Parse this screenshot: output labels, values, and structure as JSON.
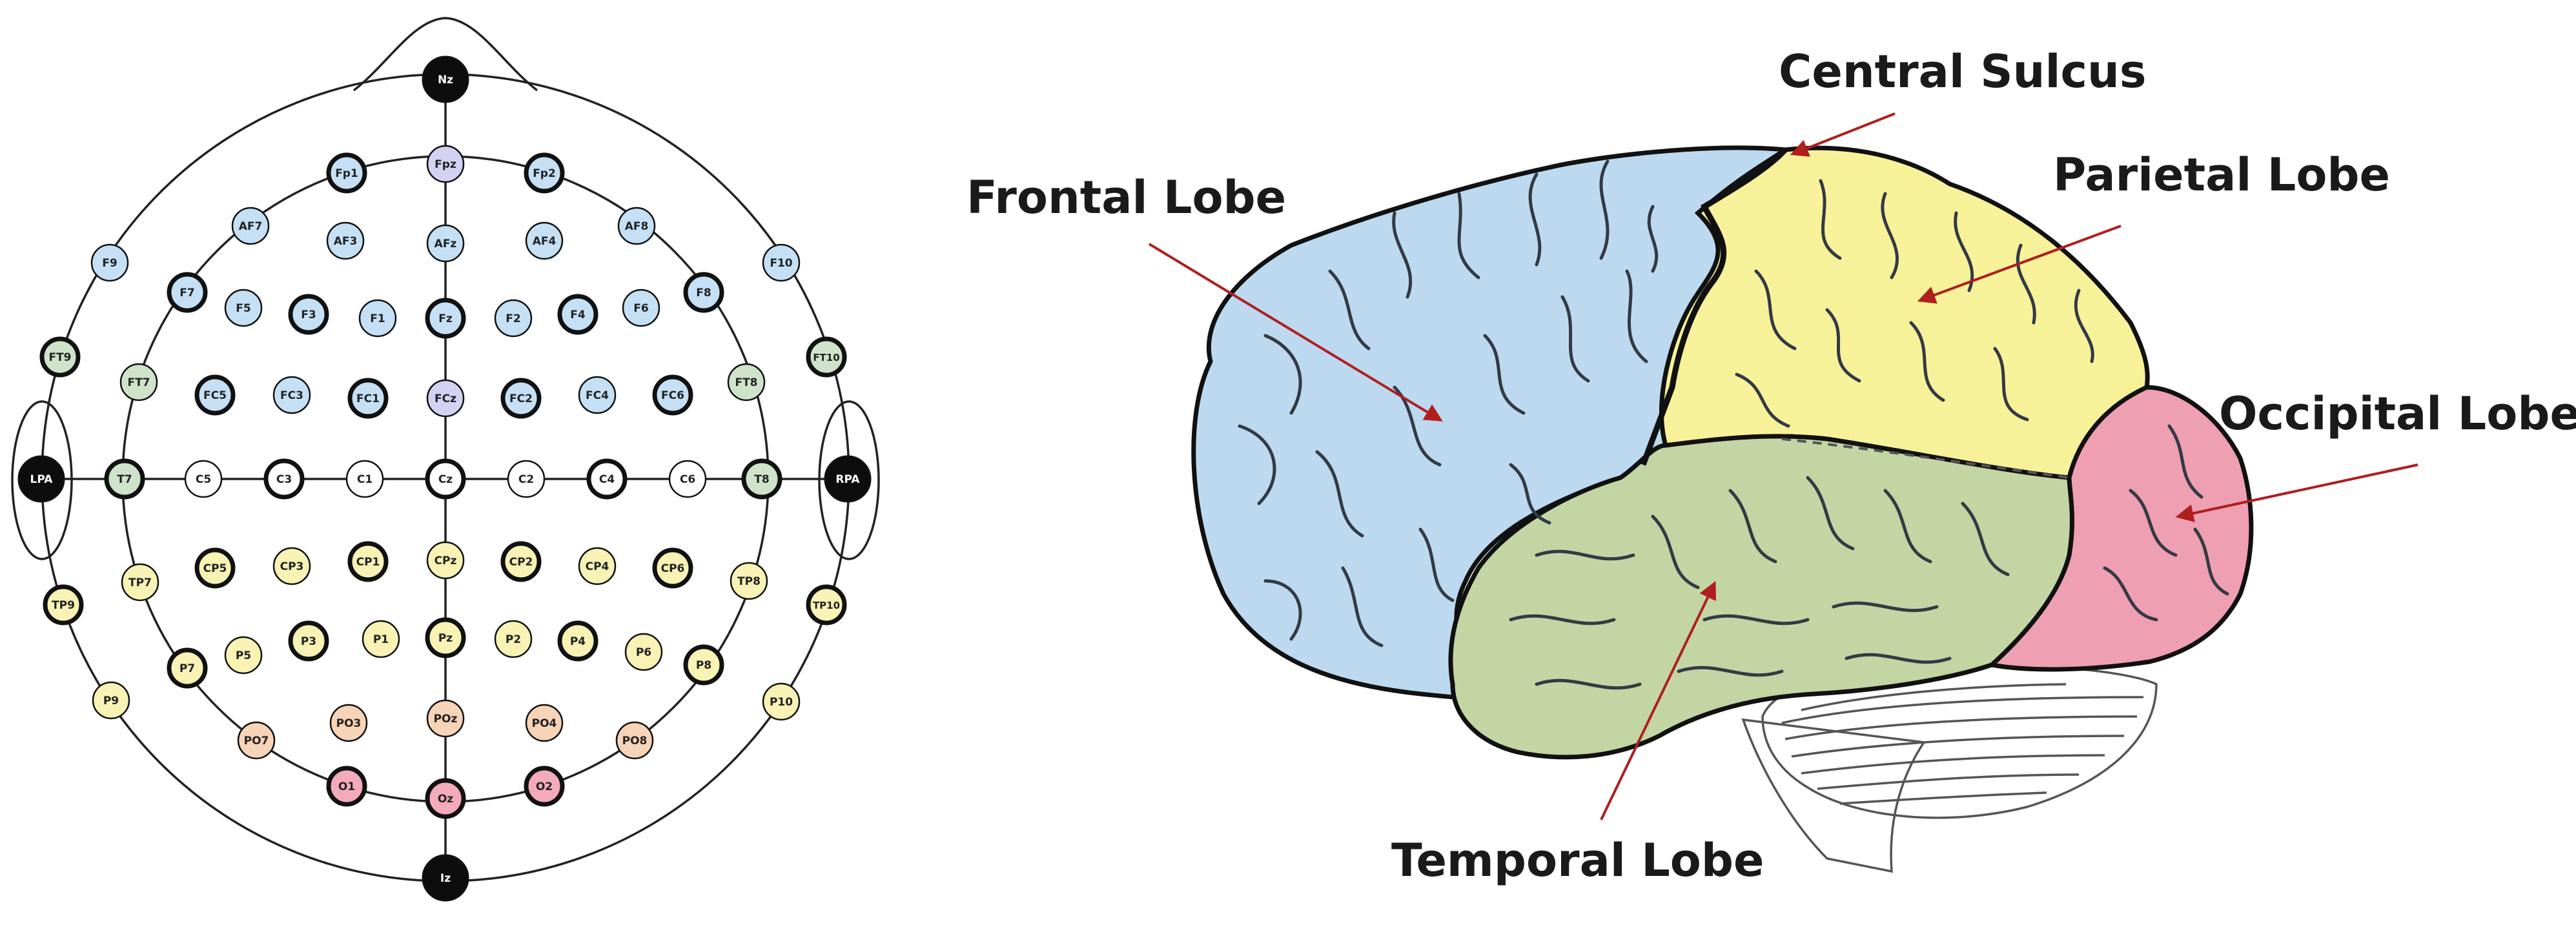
{
  "colors": {
    "frontal": "#bcd9ef",
    "parietal": "#f7f29a",
    "occipital": "#ef9fb2",
    "temporal": "#c3d5a3",
    "cerebellum": "#e6e6e6",
    "arrow": "#b01e1e",
    "reference_node": "#0d0d0d"
  },
  "montage": {
    "reference_nodes": [
      "Nz",
      "Iz",
      "LPA",
      "RPA"
    ],
    "electrodes": [
      {
        "id": "nz",
        "label": "Nz",
        "region": "reference"
      },
      {
        "id": "fp1",
        "label": "Fp1",
        "region": "frontal"
      },
      {
        "id": "fpz",
        "label": "Fpz",
        "region": "frontal-pole"
      },
      {
        "id": "fp2",
        "label": "Fp2",
        "region": "frontal"
      },
      {
        "id": "af7",
        "label": "AF7",
        "region": "frontal"
      },
      {
        "id": "af3",
        "label": "AF3",
        "region": "frontal"
      },
      {
        "id": "afz",
        "label": "AFz",
        "region": "frontal"
      },
      {
        "id": "af4",
        "label": "AF4",
        "region": "frontal"
      },
      {
        "id": "af8",
        "label": "AF8",
        "region": "frontal"
      },
      {
        "id": "f9",
        "label": "F9",
        "region": "frontal"
      },
      {
        "id": "f10",
        "label": "F10",
        "region": "frontal"
      },
      {
        "id": "f7",
        "label": "F7",
        "region": "frontal"
      },
      {
        "id": "f5",
        "label": "F5",
        "region": "frontal"
      },
      {
        "id": "f3",
        "label": "F3",
        "region": "frontal"
      },
      {
        "id": "f1",
        "label": "F1",
        "region": "frontal"
      },
      {
        "id": "fz",
        "label": "Fz",
        "region": "frontal"
      },
      {
        "id": "f2",
        "label": "F2",
        "region": "frontal"
      },
      {
        "id": "f4",
        "label": "F4",
        "region": "frontal"
      },
      {
        "id": "f6",
        "label": "F6",
        "region": "frontal"
      },
      {
        "id": "f8",
        "label": "F8",
        "region": "frontal"
      },
      {
        "id": "ft9",
        "label": "FT9",
        "region": "temporal"
      },
      {
        "id": "ft10",
        "label": "FT10",
        "region": "temporal"
      },
      {
        "id": "ft7",
        "label": "FT7",
        "region": "temporal"
      },
      {
        "id": "fc5",
        "label": "FC5",
        "region": "frontal"
      },
      {
        "id": "fc3",
        "label": "FC3",
        "region": "frontal"
      },
      {
        "id": "fc1",
        "label": "FC1",
        "region": "frontal"
      },
      {
        "id": "fcz",
        "label": "FCz",
        "region": "frontal-pole"
      },
      {
        "id": "fc2",
        "label": "FC2",
        "region": "frontal"
      },
      {
        "id": "fc4",
        "label": "FC4",
        "region": "frontal"
      },
      {
        "id": "fc6",
        "label": "FC6",
        "region": "frontal"
      },
      {
        "id": "ft8",
        "label": "FT8",
        "region": "temporal"
      },
      {
        "id": "lpa",
        "label": "LPA",
        "region": "reference"
      },
      {
        "id": "t7",
        "label": "T7",
        "region": "temporal"
      },
      {
        "id": "c5",
        "label": "C5",
        "region": "central"
      },
      {
        "id": "c3",
        "label": "C3",
        "region": "central"
      },
      {
        "id": "c1",
        "label": "C1",
        "region": "central"
      },
      {
        "id": "cz",
        "label": "Cz",
        "region": "central"
      },
      {
        "id": "c2",
        "label": "C2",
        "region": "central"
      },
      {
        "id": "c4",
        "label": "C4",
        "region": "central"
      },
      {
        "id": "c6",
        "label": "C6",
        "region": "central"
      },
      {
        "id": "t8",
        "label": "T8",
        "region": "temporal"
      },
      {
        "id": "rpa",
        "label": "RPA",
        "region": "reference"
      },
      {
        "id": "tp9",
        "label": "TP9",
        "region": "parietal"
      },
      {
        "id": "tp7",
        "label": "TP7",
        "region": "parietal"
      },
      {
        "id": "cp5",
        "label": "CP5",
        "region": "parietal"
      },
      {
        "id": "cp3",
        "label": "CP3",
        "region": "parietal"
      },
      {
        "id": "cp1",
        "label": "CP1",
        "region": "parietal"
      },
      {
        "id": "cpz",
        "label": "CPz",
        "region": "parietal"
      },
      {
        "id": "cp2",
        "label": "CP2",
        "region": "parietal"
      },
      {
        "id": "cp4",
        "label": "CP4",
        "region": "parietal"
      },
      {
        "id": "cp6",
        "label": "CP6",
        "region": "parietal"
      },
      {
        "id": "tp8",
        "label": "TP8",
        "region": "parietal"
      },
      {
        "id": "tp10",
        "label": "TP10",
        "region": "parietal"
      },
      {
        "id": "p9",
        "label": "P9",
        "region": "parietal"
      },
      {
        "id": "p7",
        "label": "P7",
        "region": "parietal"
      },
      {
        "id": "p5",
        "label": "P5",
        "region": "parietal"
      },
      {
        "id": "p3",
        "label": "P3",
        "region": "parietal"
      },
      {
        "id": "p1",
        "label": "P1",
        "region": "parietal"
      },
      {
        "id": "pz",
        "label": "Pz",
        "region": "parietal"
      },
      {
        "id": "p2",
        "label": "P2",
        "region": "parietal"
      },
      {
        "id": "p4",
        "label": "P4",
        "region": "parietal"
      },
      {
        "id": "p6",
        "label": "P6",
        "region": "parietal"
      },
      {
        "id": "p8",
        "label": "P8",
        "region": "parietal"
      },
      {
        "id": "p10",
        "label": "P10",
        "region": "parietal"
      },
      {
        "id": "po7",
        "label": "PO7",
        "region": "parieto-occipital"
      },
      {
        "id": "po3",
        "label": "PO3",
        "region": "parieto-occipital"
      },
      {
        "id": "poz",
        "label": "POz",
        "region": "parieto-occipital"
      },
      {
        "id": "po4",
        "label": "PO4",
        "region": "parieto-occipital"
      },
      {
        "id": "po8",
        "label": "PO8",
        "region": "parieto-occipital"
      },
      {
        "id": "o1",
        "label": "O1",
        "region": "occipital"
      },
      {
        "id": "oz",
        "label": "Oz",
        "region": "occipital"
      },
      {
        "id": "o2",
        "label": "O2",
        "region": "occipital"
      },
      {
        "id": "iz",
        "label": "Iz",
        "region": "reference"
      }
    ],
    "highlighted": [
      "fp1",
      "fp2",
      "f7",
      "f3",
      "fz",
      "f4",
      "f8",
      "ft9",
      "ft10",
      "fc5",
      "fc1",
      "fc2",
      "fc6",
      "t7",
      "c3",
      "cz",
      "c4",
      "t8",
      "tp9",
      "tp10",
      "cp5",
      "cp1",
      "cp2",
      "cp6",
      "p7",
      "p3",
      "pz",
      "p4",
      "p8",
      "o1",
      "oz",
      "o2"
    ],
    "region_colors": {
      "frontal": "#c5e0f5",
      "frontal-pole": "#d3d2f3",
      "temporal": "#cfe3cb",
      "central": "#ffffff",
      "parietal": "#f8f3b5",
      "parieto-occipital": "#f7d3b8",
      "occipital": "#f3aabb",
      "reference": "#0d0d0d"
    }
  },
  "brain": {
    "labels": {
      "central_sulcus": "Central Sulcus",
      "frontal": "Frontal Lobe",
      "parietal": "Parietal Lobe",
      "occipital": "Occipital Lobe",
      "temporal": "Temporal Lobe"
    }
  }
}
